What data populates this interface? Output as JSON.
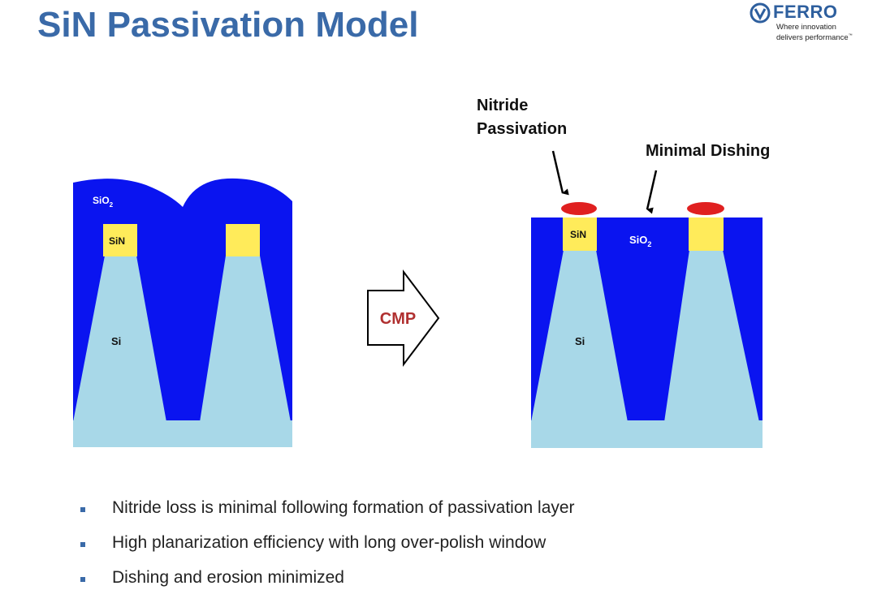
{
  "slide": {
    "title": "SiN Passivation Model"
  },
  "logo": {
    "name": "FERRO",
    "tagline_line1": "Where innovation",
    "tagline_line2": "delivers performance",
    "trademark": "™"
  },
  "left_diagram": {
    "oxide_label": "SiO",
    "oxide_subscript": "2",
    "nitride_label": "SiN",
    "silicon_label": "Si"
  },
  "process_arrow": {
    "label": "CMP"
  },
  "right_diagram": {
    "nitride_label": "SiN",
    "oxide_label": "SiO",
    "oxide_subscript": "2",
    "silicon_label": "Si",
    "callout_passivation_line1": "Nitride",
    "callout_passivation_line2": "Passivation",
    "callout_dishing": "Minimal Dishing"
  },
  "bullets": [
    "Nitride loss is minimal following formation of passivation layer",
    "High planarization efficiency with long over-polish window",
    "Dishing and erosion minimized"
  ],
  "colors": {
    "oxide": "#0a14f0",
    "silicon": "#a8d8e8",
    "nitride": "#ffeb5a",
    "passivation": "#e02020",
    "title": "#3a6aa8",
    "cmp_text": "#b03030"
  }
}
